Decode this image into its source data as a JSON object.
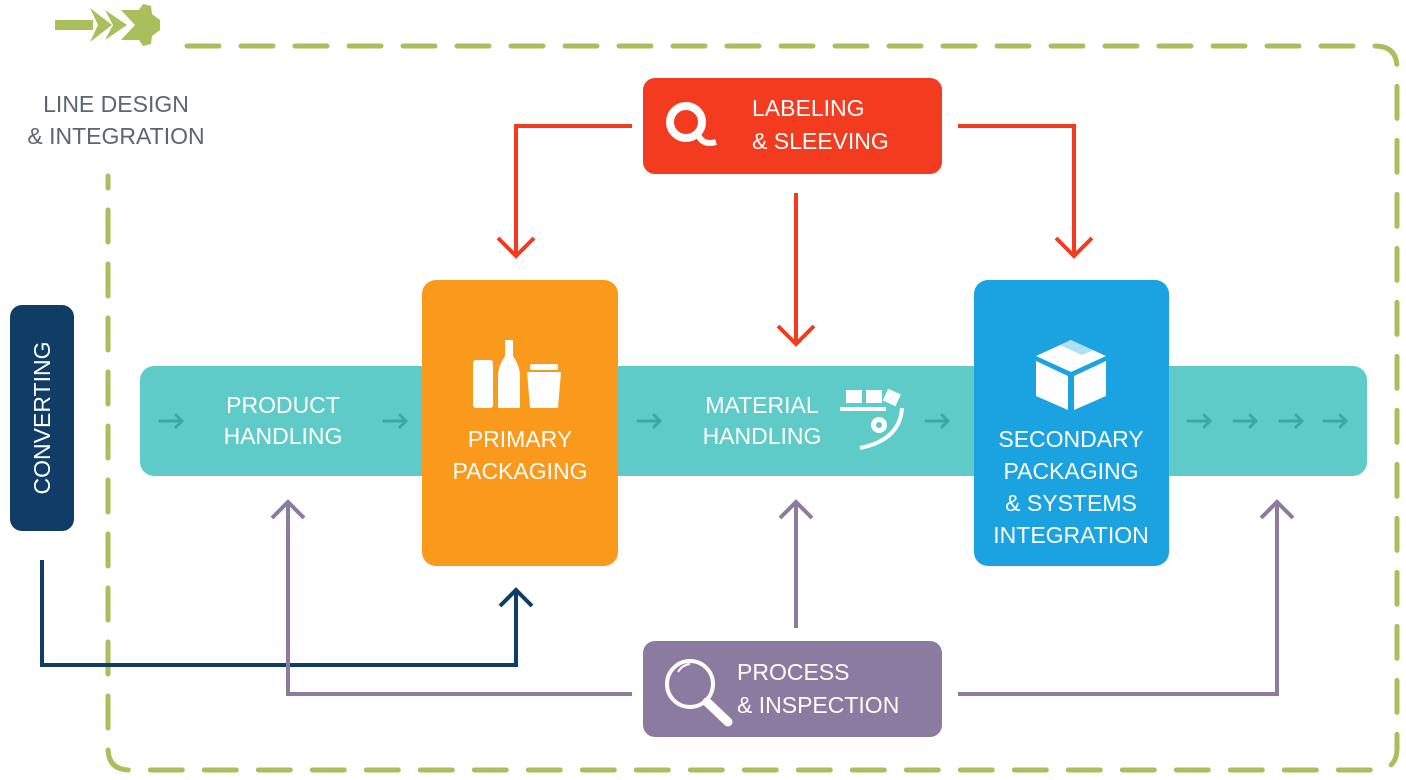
{
  "line_design": {
    "lines": [
      "LINE DESIGN",
      "& INTEGRATION"
    ],
    "icon": "gear-arrow-icon",
    "color": "#a9bf5c",
    "text_color": "#5a6670"
  },
  "converting": {
    "label": "CONVERTING",
    "color": "#0f3d66"
  },
  "conveyor": {
    "color": "#5ecbc8",
    "arrow_color": "#3aa9a6",
    "product_handling": [
      "PRODUCT",
      "HANDLING"
    ],
    "material_handling": [
      "MATERIAL",
      "HANDLING"
    ],
    "material_icon": "conveyor-gear-icon"
  },
  "primary_packaging": {
    "lines": [
      "PRIMARY",
      "PACKAGING"
    ],
    "color": "#f99a1c",
    "icon": "bottles-cans-icon"
  },
  "secondary_packaging": {
    "lines": [
      "SECONDARY",
      "PACKAGING",
      "& SYSTEMS",
      "INTEGRATION"
    ],
    "color": "#1ba2e0",
    "icon": "box-icon"
  },
  "labeling": {
    "lines": [
      "LABELING",
      "& SLEEVING"
    ],
    "color": "#f23b1f",
    "icon": "label-roll-icon"
  },
  "process": {
    "lines": [
      "PROCESS",
      "& INSPECTION"
    ],
    "color": "#8c7ba0",
    "icon": "magnifier-icon"
  }
}
